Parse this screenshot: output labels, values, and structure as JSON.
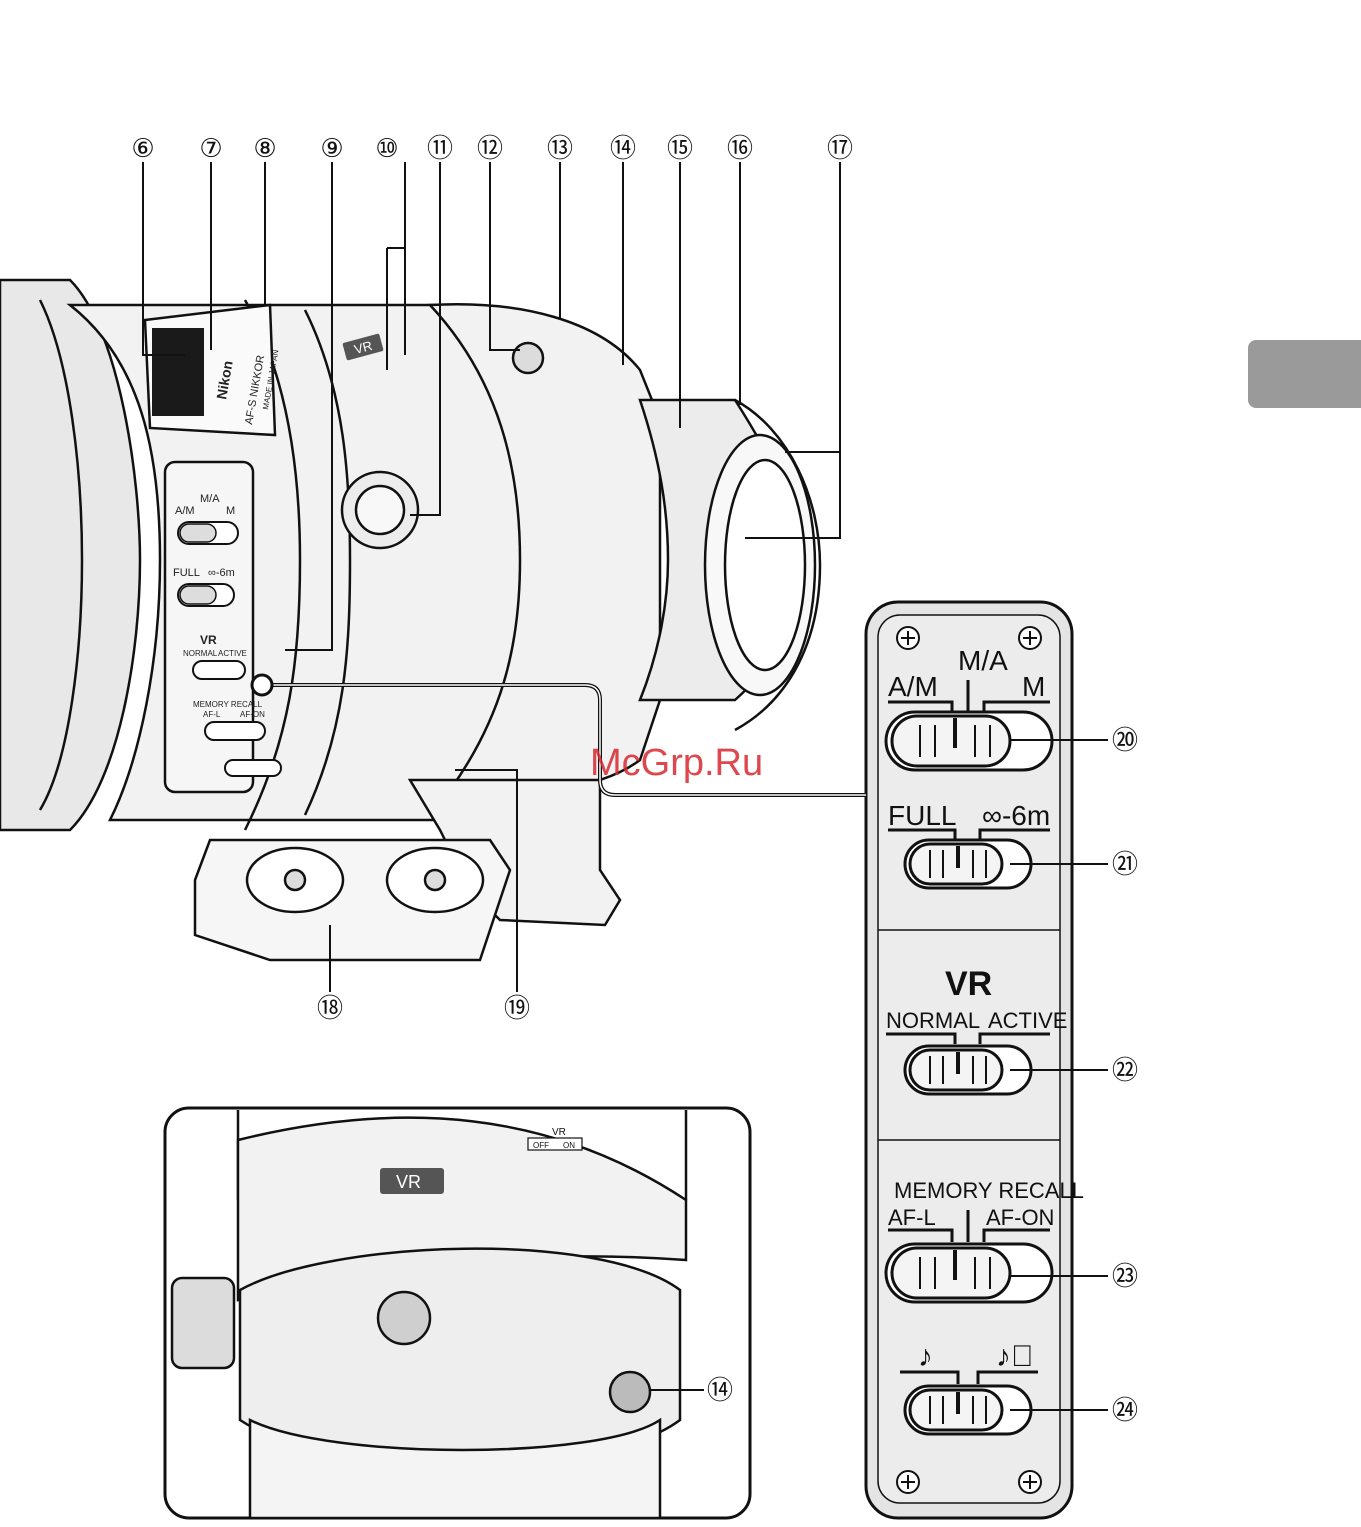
{
  "callouts_top": [
    "⑥",
    "⑦",
    "⑧",
    "⑨",
    "⑩",
    "⑪",
    "⑫",
    "⑬",
    "⑭",
    "⑮",
    "⑯",
    "⑰"
  ],
  "callouts_bottom": [
    "⑱",
    "⑲"
  ],
  "callouts_panel": [
    "⑳",
    "㉑",
    "㉒",
    "㉓",
    "㉔"
  ],
  "callout_inset": "⑭",
  "watermark": "McGrp.Ru",
  "panel": {
    "focus_mode": {
      "left": "A/M",
      "center": "M/A",
      "right": "M"
    },
    "focus_limit": {
      "left": "FULL",
      "right": "∞-6m"
    },
    "vr_title": "VR",
    "vr_mode": {
      "left": "NORMAL",
      "right": "ACTIVE"
    },
    "memory": {
      "title": "MEMORY RECALL",
      "left": "AF-L",
      "right": "AF-ON"
    },
    "beep": {
      "left": "♪",
      "right": "♪⃠"
    }
  },
  "lens_labels": {
    "brand": "Nikon",
    "model": "AF-S NIKKOR",
    "made": "MADE IN JAPAN",
    "vr_badge": "VR",
    "small_focus": {
      "left": "A/M",
      "center": "M/A",
      "right": "M"
    },
    "small_limit": {
      "left": "FULL",
      "right": "∞-6m"
    },
    "small_vr_title": "VR",
    "small_vr": {
      "left": "NORMAL",
      "right": "ACTIVE"
    },
    "small_memory": {
      "title": "MEMORY RECALL",
      "left": "AF-L",
      "right": "AF-ON"
    }
  },
  "inset": {
    "vr_badge": "VR",
    "vr_scale_title": "VR",
    "vr_scale_off": "OFF",
    "vr_scale_on": "ON"
  },
  "colors": {
    "line": "#111111",
    "lens_fill": "#f2f2f2",
    "panel_fill": "#e4e4e4",
    "tab": "#9a9a9a",
    "watermark": "#d7282f"
  }
}
